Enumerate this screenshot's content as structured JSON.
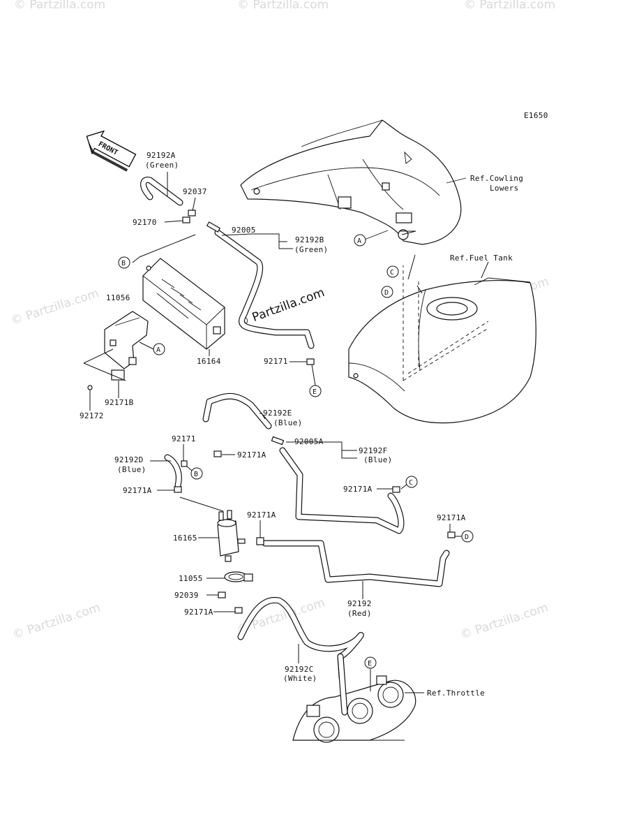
{
  "diagram_code": "E1650",
  "front_label": "FRONT",
  "watermark": "© Partzilla.com",
  "brand_text": "© Partzilla.com",
  "references": {
    "cowling_line1": "Ref.Cowling",
    "cowling_line2": "Lowers",
    "fuel_tank": "Ref.Fuel Tank",
    "throttle": "Ref.Throttle"
  },
  "parts": {
    "p92192A": "92192A",
    "p92192A_color": "(Green)",
    "p92037": "92037",
    "p92170": "92170",
    "p92005": "92005",
    "p92192B": "92192B",
    "p92192B_color": "(Green)",
    "p11056": "11056",
    "p16164": "16164",
    "p92171_top": "92171",
    "p92172": "92172",
    "p92171B": "92171B",
    "p92192E": "92192E",
    "p92192E_color": "(Blue)",
    "p92005A": "92005A",
    "p92192F": "92192F",
    "p92192F_color": "(Blue)",
    "p92171_mid": "92171",
    "p92192D": "92192D",
    "p92192D_color": "(Blue)",
    "p92171A_1": "92171A",
    "p92171A_2": "92171A",
    "p92171A_3": "92171A",
    "p92171A_4": "92171A",
    "p92171A_5": "92171A",
    "p92171A_6": "92171A",
    "p16165": "16165",
    "p11055": "11055",
    "p92039": "92039",
    "p92192": "92192",
    "p92192_color": "(Red)",
    "p92192C": "92192C",
    "p92192C_color": "(White)"
  },
  "connectors": {
    "A": "A",
    "B": "B",
    "C": "C",
    "D": "D",
    "E": "E"
  }
}
